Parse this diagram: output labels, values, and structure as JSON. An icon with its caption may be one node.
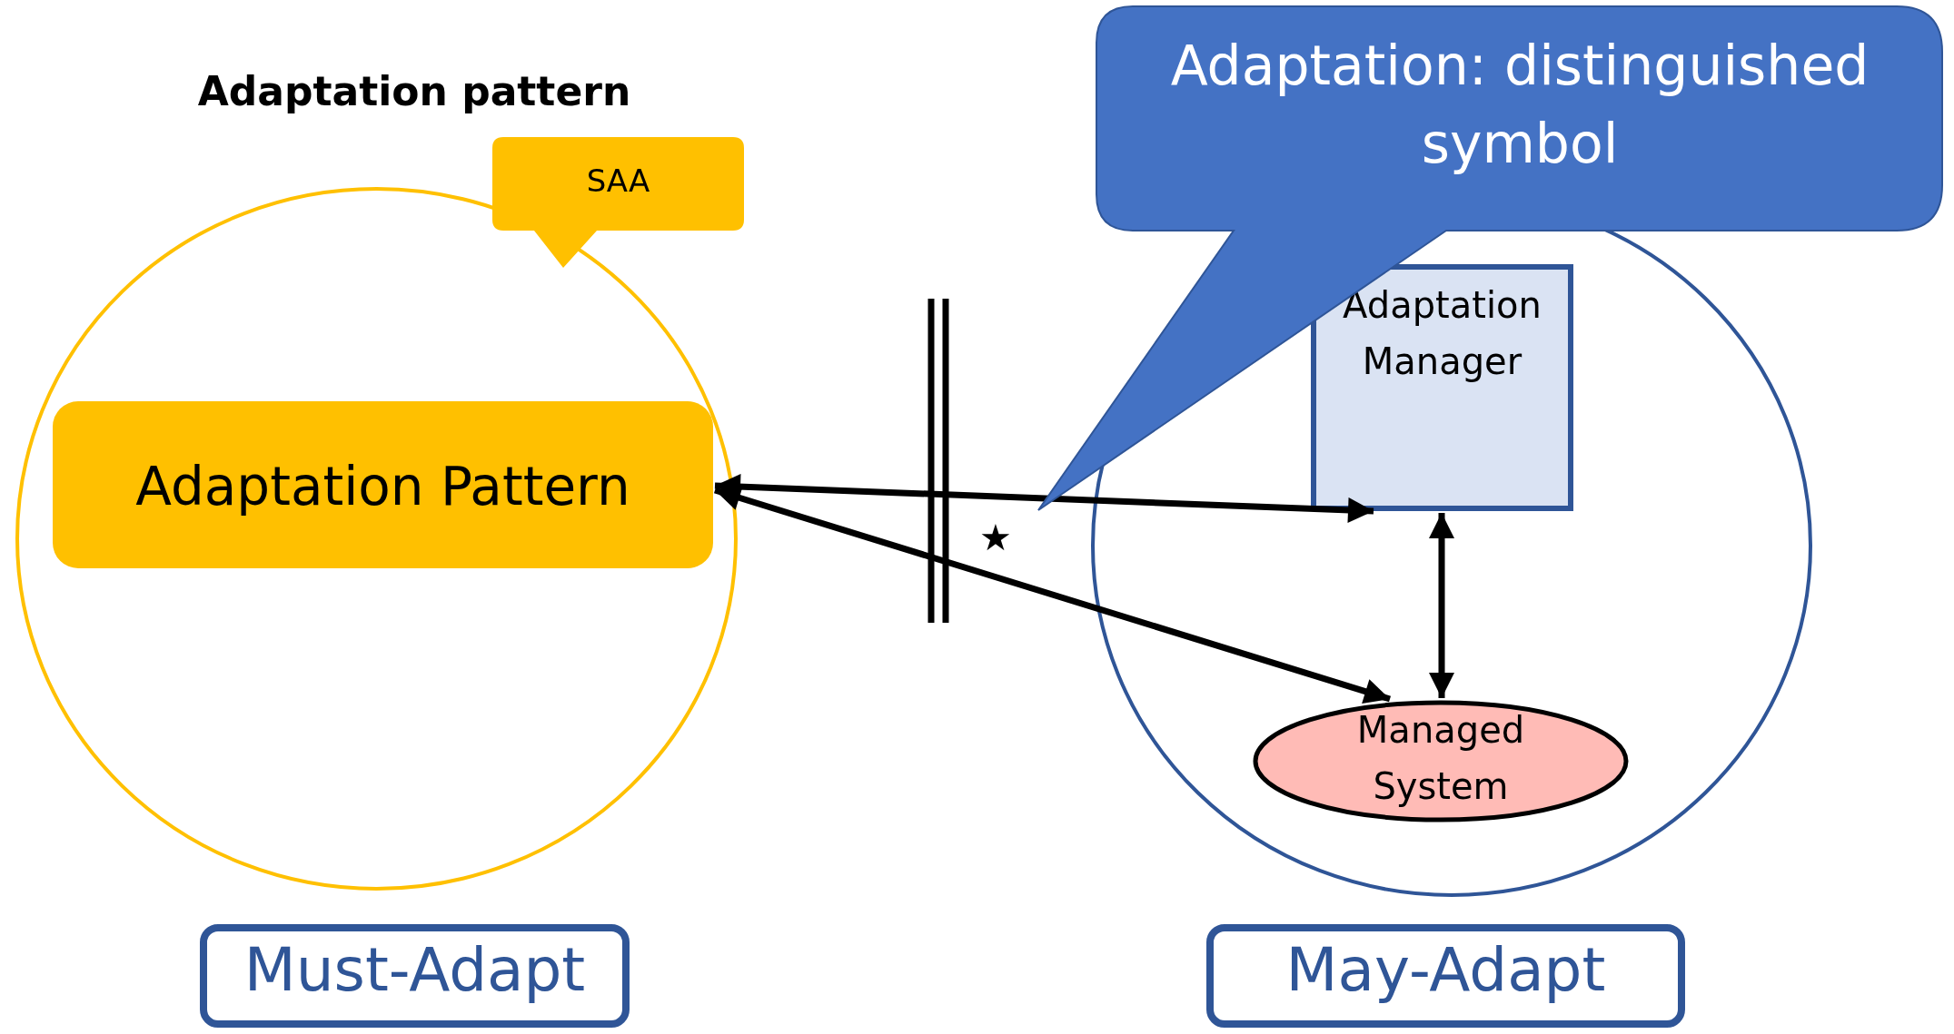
{
  "diagram": {
    "nodes": [
      {
        "text": [
          "Adaptation pattern"
        ]
      },
      {
        "text": [
          "SAA"
        ]
      },
      {
        "text": [
          "Adaptation Pattern"
        ],
        "in": 0
      },
      {
        "text": [],
        "shape": "circle"
      },
      {
        "text": [
          "Adaptation Manager"
        ],
        "in": 3
      },
      {
        "text": [
          "Managed System"
        ],
        "in": 3
      },
      {
        "text": [
          "Must-Adapt"
        ]
      },
      {
        "text": [
          "May-Adapt"
        ]
      },
      {
        "text": [
          "Adaptation: distinguished symbol"
        ]
      }
    ],
    "edges": [
      {
        "from": 2,
        "to": 4,
        "arrow": "both"
      },
      {
        "from": 2,
        "to": 5,
        "arrow": "both"
      },
      {
        "from": 4,
        "to": 5,
        "arrow": "both"
      }
    ],
    "labels": [
      "★"
    ]
  }
}
